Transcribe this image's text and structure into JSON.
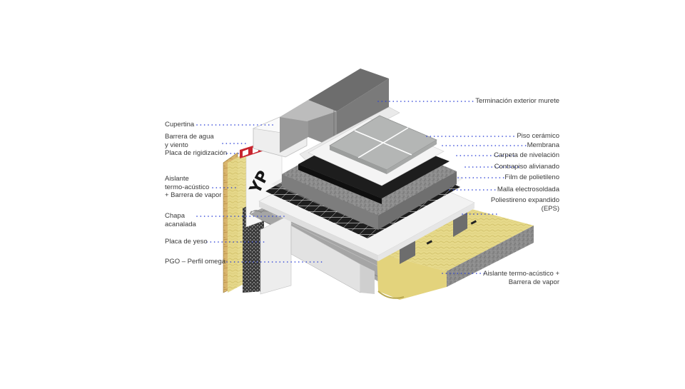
{
  "diagram": {
    "labels_left": [
      {
        "id": "cupertina",
        "lines": [
          "Cupertina"
        ]
      },
      {
        "id": "barrera-agua",
        "lines": [
          "Barrera de agua",
          "y viento"
        ]
      },
      {
        "id": "placa-rigidizacion",
        "lines": [
          "Placa de rigidización"
        ]
      },
      {
        "id": "aislante-left",
        "lines": [
          "Aislante",
          "termo-acústico",
          "+ Barrera de vapor"
        ]
      },
      {
        "id": "chapa",
        "lines": [
          "Chapa",
          "acanalada"
        ]
      },
      {
        "id": "placa-yeso",
        "lines": [
          "Placa de yeso"
        ]
      },
      {
        "id": "pgo",
        "lines": [
          "PGO – Perfil omega"
        ]
      }
    ],
    "labels_right": [
      {
        "id": "terminacion",
        "lines": [
          "Terminación exterior murete"
        ]
      },
      {
        "id": "piso",
        "lines": [
          "Piso cerámico"
        ]
      },
      {
        "id": "membrana",
        "lines": [
          "Membrana"
        ]
      },
      {
        "id": "carpeta",
        "lines": [
          "Carpeta de nivelación"
        ]
      },
      {
        "id": "contrapiso",
        "lines": [
          "Contrapiso alivianado"
        ]
      },
      {
        "id": "film",
        "lines": [
          "Film de polietileno"
        ]
      },
      {
        "id": "malla",
        "lines": [
          "Malla electrosoldada"
        ]
      },
      {
        "id": "eps",
        "lines": [
          "Poliestireno expandido",
          "(EPS)"
        ]
      },
      {
        "id": "aislante-right",
        "lines": [
          "Aislante termo-acústico +",
          "Barrera de vapor"
        ]
      }
    ]
  }
}
